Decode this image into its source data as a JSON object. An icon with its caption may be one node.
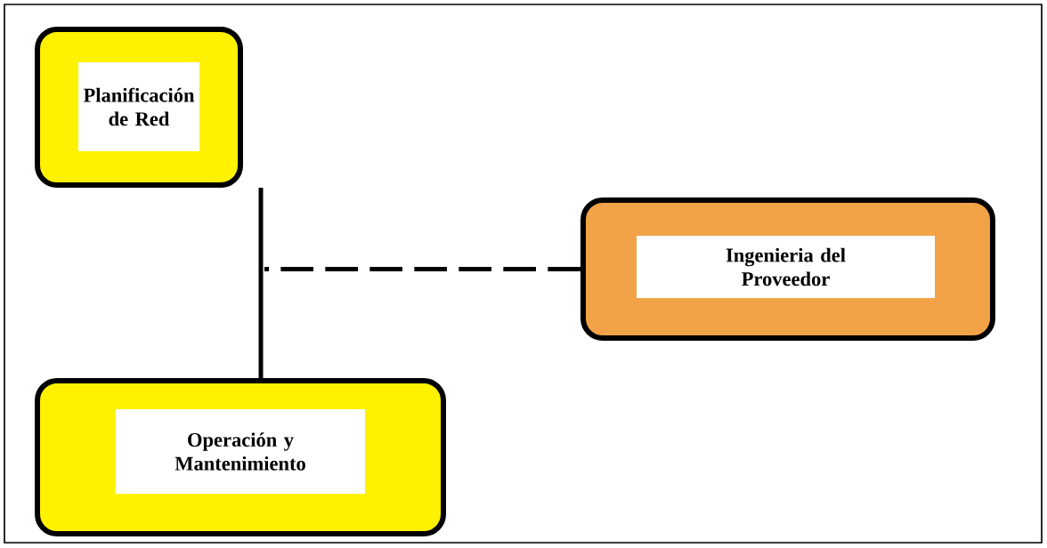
{
  "diagram": {
    "nodes": [
      {
        "text": [
          "Planificación de Red"
        ]
      },
      {
        "text": [
          "Ingenieria del Proveedor"
        ]
      },
      {
        "text": [
          "Operación y Mantenimiento"
        ]
      }
    ],
    "edges": [
      {
        "from": 0,
        "to": 2,
        "arrow": "none"
      },
      {
        "from": 1,
        "to": null,
        "arrow": "none",
        "style": "dashed"
      }
    ]
  }
}
